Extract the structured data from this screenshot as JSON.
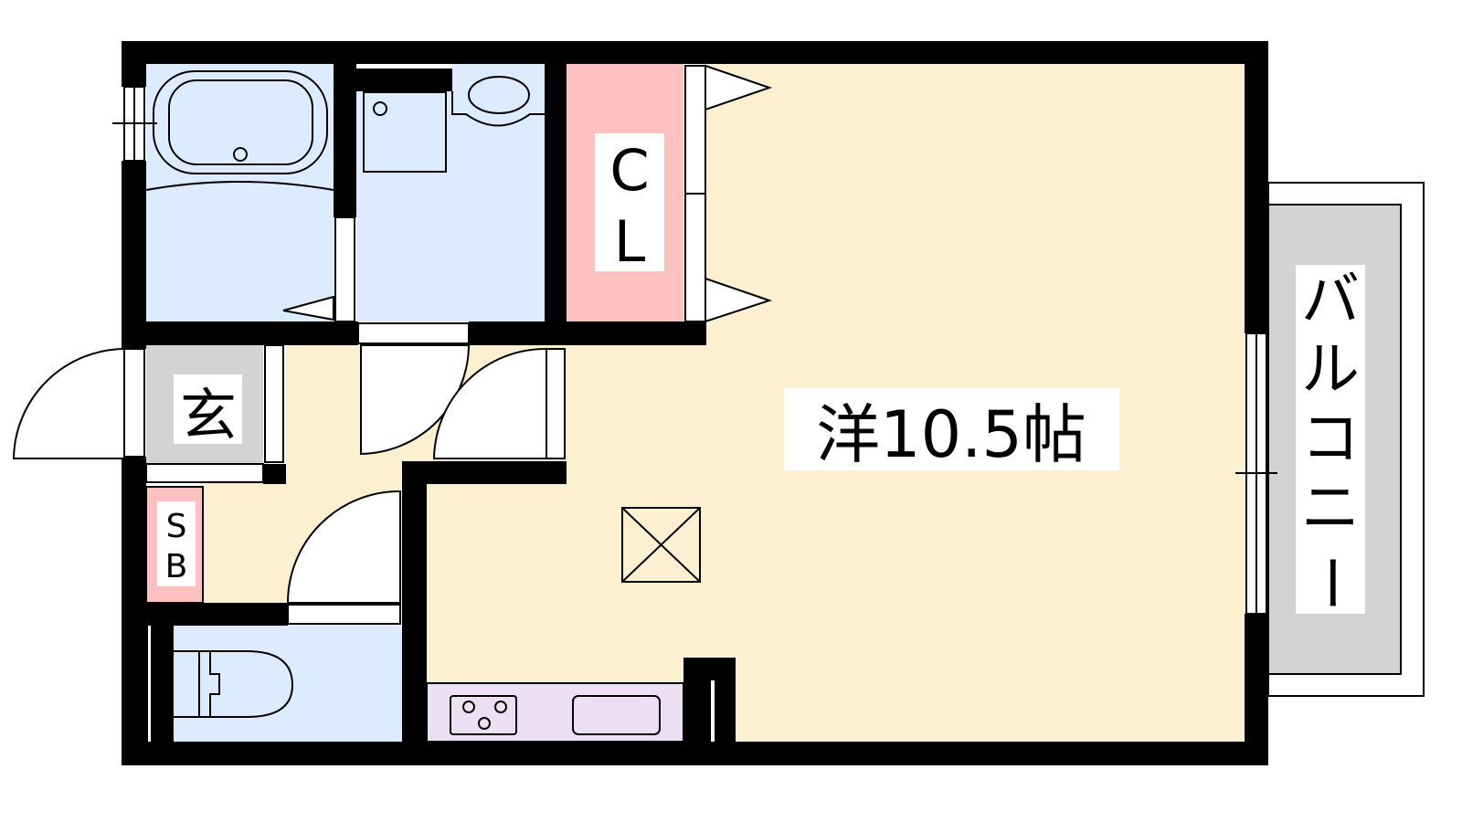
{
  "rooms": {
    "closet": {
      "label_top": "C",
      "label_bottom": "L"
    },
    "entrance": {
      "label": "玄"
    },
    "shoe_box": {
      "label_top": "S",
      "label_bottom": "B"
    },
    "western_room": {
      "label": "洋10.5帖"
    },
    "balcony": {
      "label_chars": [
        "バ",
        "ル",
        "コ",
        "ニ",
        "ー"
      ]
    }
  },
  "colors": {
    "wet_area": "#dcebfd",
    "room": "#fdf0d0",
    "closet": "#ffc0c0",
    "entrance": "#d3d3d3",
    "kitchen": "#ede0f5",
    "wall": "#000000"
  }
}
